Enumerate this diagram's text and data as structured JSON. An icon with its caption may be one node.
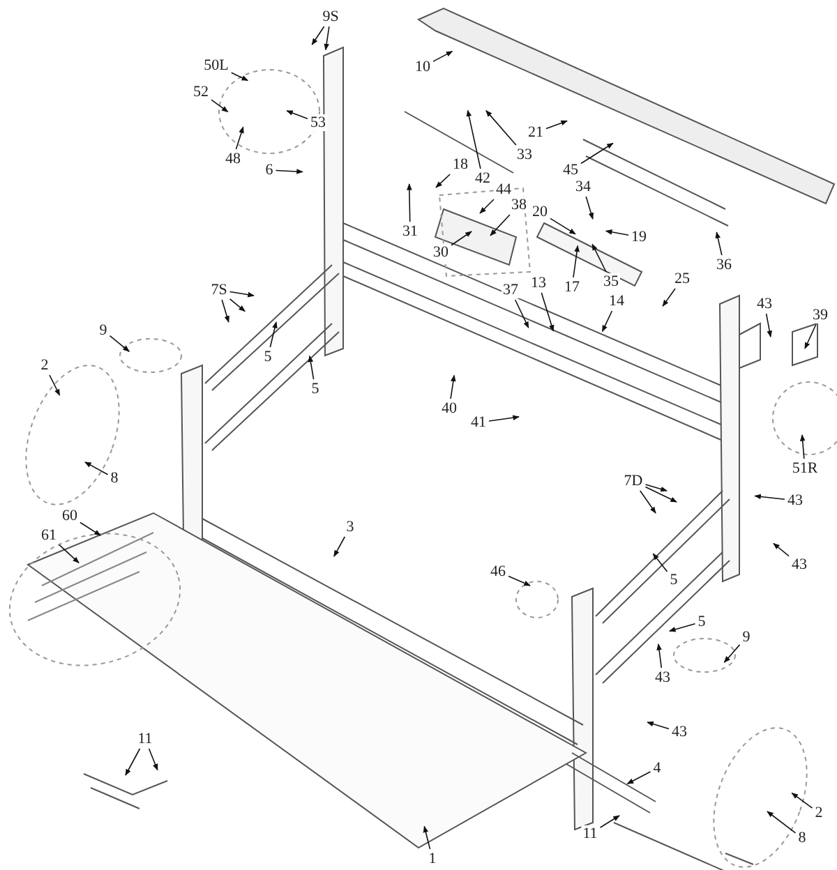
{
  "diagram": {
    "nodes": [
      {
        "text": [
          "9S"
        ]
      },
      {
        "text": [
          "50L"
        ]
      },
      {
        "text": [
          "52"
        ]
      },
      {
        "text": [
          "53"
        ]
      },
      {
        "text": [
          "48"
        ]
      },
      {
        "text": [
          "6"
        ]
      },
      {
        "text": [
          "10"
        ]
      },
      {
        "text": [
          "21"
        ]
      },
      {
        "text": [
          "33"
        ]
      },
      {
        "text": [
          "45"
        ]
      },
      {
        "text": [
          "34"
        ]
      },
      {
        "text": [
          "18"
        ]
      },
      {
        "text": [
          "42"
        ]
      },
      {
        "text": [
          "44"
        ]
      },
      {
        "text": [
          "38"
        ]
      },
      {
        "text": [
          "20"
        ]
      },
      {
        "text": [
          "31"
        ]
      },
      {
        "text": [
          "30"
        ]
      },
      {
        "text": [
          "19"
        ]
      },
      {
        "text": [
          "36"
        ]
      },
      {
        "text": [
          "17"
        ]
      },
      {
        "text": [
          "35"
        ]
      },
      {
        "text": [
          "25"
        ]
      },
      {
        "text": [
          "13"
        ]
      },
      {
        "text": [
          "37"
        ]
      },
      {
        "text": [
          "14"
        ]
      },
      {
        "text": [
          "43"
        ]
      },
      {
        "text": [
          "39"
        ]
      },
      {
        "text": [
          "7S"
        ]
      },
      {
        "text": [
          "5"
        ]
      },
      {
        "text": [
          "5"
        ]
      },
      {
        "text": [
          "9"
        ]
      },
      {
        "text": [
          "2"
        ]
      },
      {
        "text": [
          "8"
        ]
      },
      {
        "text": [
          "40"
        ]
      },
      {
        "text": [
          "41"
        ]
      },
      {
        "text": [
          "51R"
        ]
      },
      {
        "text": [
          "7D"
        ]
      },
      {
        "text": [
          "43"
        ]
      },
      {
        "text": [
          "3"
        ]
      },
      {
        "text": [
          "43"
        ]
      },
      {
        "text": [
          "60"
        ]
      },
      {
        "text": [
          "61"
        ]
      },
      {
        "text": [
          "46"
        ]
      },
      {
        "text": [
          "5"
        ]
      },
      {
        "text": [
          "5"
        ]
      },
      {
        "text": [
          "9"
        ]
      },
      {
        "text": [
          "43"
        ]
      },
      {
        "text": [
          "43"
        ]
      },
      {
        "text": [
          "11"
        ]
      },
      {
        "text": [
          "4"
        ]
      },
      {
        "text": [
          "2"
        ]
      },
      {
        "text": [
          "11"
        ]
      },
      {
        "text": [
          "8"
        ]
      },
      {
        "text": [
          "1"
        ]
      }
    ],
    "edges": [
      {
        "from": 0,
        "to": null,
        "arrow": "to"
      },
      {
        "from": 0,
        "to": null,
        "arrow": "to"
      },
      {
        "from": 1,
        "to": null,
        "arrow": "to"
      },
      {
        "from": 2,
        "to": null,
        "arrow": "to"
      },
      {
        "from": 3,
        "to": null,
        "arrow": "to"
      },
      {
        "from": 4,
        "to": null,
        "arrow": "to"
      },
      {
        "from": 5,
        "to": null,
        "arrow": "to"
      },
      {
        "from": 6,
        "to": null,
        "arrow": "to"
      },
      {
        "from": 7,
        "to": null,
        "arrow": "to"
      },
      {
        "from": 8,
        "to": null,
        "arrow": "to"
      },
      {
        "from": 9,
        "to": null,
        "arrow": "to"
      },
      {
        "from": 10,
        "to": null,
        "arrow": "to"
      },
      {
        "from": 11,
        "to": null,
        "arrow": "to"
      },
      {
        "from": 12,
        "to": null,
        "arrow": "to"
      },
      {
        "from": 13,
        "to": null,
        "arrow": "to"
      },
      {
        "from": 14,
        "to": null,
        "arrow": "to"
      },
      {
        "from": 15,
        "to": null,
        "arrow": "to"
      },
      {
        "from": 16,
        "to": null,
        "arrow": "to"
      },
      {
        "from": 17,
        "to": null,
        "arrow": "to"
      },
      {
        "from": 18,
        "to": null,
        "arrow": "to"
      },
      {
        "from": 19,
        "to": null,
        "arrow": "to"
      },
      {
        "from": 20,
        "to": null,
        "arrow": "to"
      },
      {
        "from": 21,
        "to": null,
        "arrow": "to"
      },
      {
        "from": 22,
        "to": null,
        "arrow": "to"
      },
      {
        "from": 23,
        "to": null,
        "arrow": "to"
      },
      {
        "from": 24,
        "to": null,
        "arrow": "to"
      },
      {
        "from": 25,
        "to": null,
        "arrow": "to"
      },
      {
        "from": 26,
        "to": null,
        "arrow": "to"
      },
      {
        "from": 27,
        "to": null,
        "arrow": "to"
      },
      {
        "from": 28,
        "to": null,
        "arrow": "to"
      },
      {
        "from": 28,
        "to": null,
        "arrow": "to"
      },
      {
        "from": 28,
        "to": null,
        "arrow": "to"
      },
      {
        "from": 29,
        "to": null,
        "arrow": "to"
      },
      {
        "from": 30,
        "to": null,
        "arrow": "to"
      },
      {
        "from": 31,
        "to": null,
        "arrow": "to"
      },
      {
        "from": 32,
        "to": null,
        "arrow": "to"
      },
      {
        "from": 33,
        "to": null,
        "arrow": "to"
      },
      {
        "from": 34,
        "to": null,
        "arrow": "to"
      },
      {
        "from": 35,
        "to": null,
        "arrow": "to"
      },
      {
        "from": 36,
        "to": null,
        "arrow": "to"
      },
      {
        "from": 37,
        "to": null,
        "arrow": "to"
      },
      {
        "from": 37,
        "to": null,
        "arrow": "to"
      },
      {
        "from": 37,
        "to": null,
        "arrow": "to"
      },
      {
        "from": 38,
        "to": null,
        "arrow": "to"
      },
      {
        "from": 39,
        "to": null,
        "arrow": "to"
      },
      {
        "from": 40,
        "to": null,
        "arrow": "to"
      },
      {
        "from": 41,
        "to": null,
        "arrow": "to"
      },
      {
        "from": 42,
        "to": null,
        "arrow": "to"
      },
      {
        "from": 43,
        "to": null,
        "arrow": "to"
      },
      {
        "from": 44,
        "to": null,
        "arrow": "to"
      },
      {
        "from": 45,
        "to": null,
        "arrow": "to"
      },
      {
        "from": 46,
        "to": null,
        "arrow": "to"
      },
      {
        "from": 47,
        "to": null,
        "arrow": "to"
      },
      {
        "from": 48,
        "to": null,
        "arrow": "to"
      },
      {
        "from": 49,
        "to": null,
        "arrow": "to"
      },
      {
        "from": 49,
        "to": null,
        "arrow": "to"
      },
      {
        "from": 50,
        "to": null,
        "arrow": "to"
      },
      {
        "from": 51,
        "to": null,
        "arrow": "to"
      },
      {
        "from": 52,
        "to": null,
        "arrow": "to"
      },
      {
        "from": 53,
        "to": null,
        "arrow": "to"
      },
      {
        "from": 54,
        "to": null,
        "arrow": "to"
      }
    ]
  }
}
